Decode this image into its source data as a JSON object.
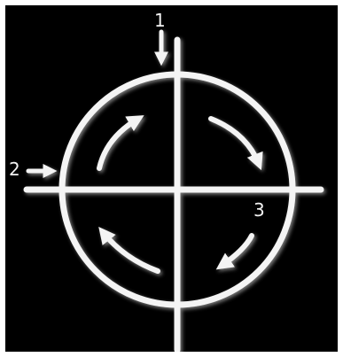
{
  "labels": {
    "one": "1",
    "two": "2",
    "three": "3"
  },
  "colors": {
    "background": "#000000",
    "stroke": "#f4f4f4",
    "glow": "#9a9a9a"
  }
}
